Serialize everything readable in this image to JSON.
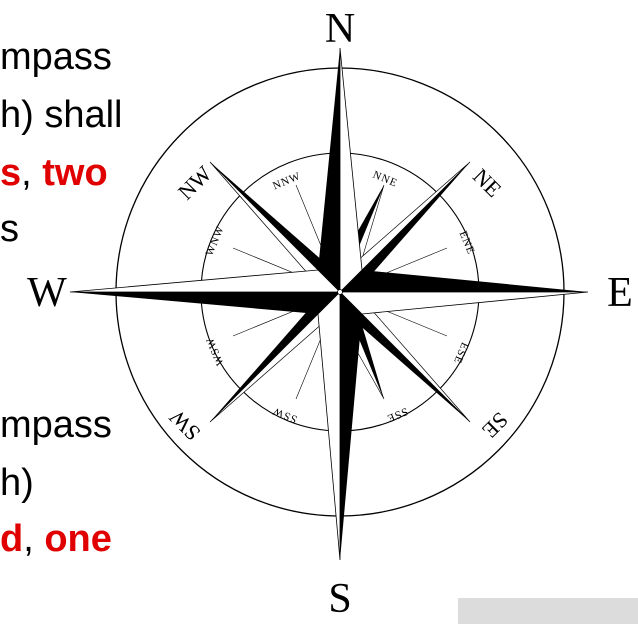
{
  "slide_text": {
    "line1": "mpass",
    "line2": "h) shall",
    "line3_a": "s",
    "line3_b": ", ",
    "line3_c": "two",
    "line4": "s",
    "line5": "mpass",
    "line6": "h)",
    "line7_a": "d",
    "line7_b": ", ",
    "line7_c": "one"
  },
  "compass": {
    "cardinals": {
      "n": "N",
      "e": "E",
      "s": "S",
      "w": "W"
    },
    "intercardinals": {
      "ne": "NE",
      "se": "SE",
      "sw": "SW",
      "nw": "NW"
    },
    "secondary": {
      "nne": "NNE",
      "ene": "ENE",
      "ese": "ESE",
      "sse": "SSE",
      "ssw": "SSW",
      "wsw": "WSW",
      "wnw": "WNW",
      "nnw": "NNW"
    }
  },
  "colors": {
    "emphasis": "#e00000",
    "ink": "#000000"
  }
}
